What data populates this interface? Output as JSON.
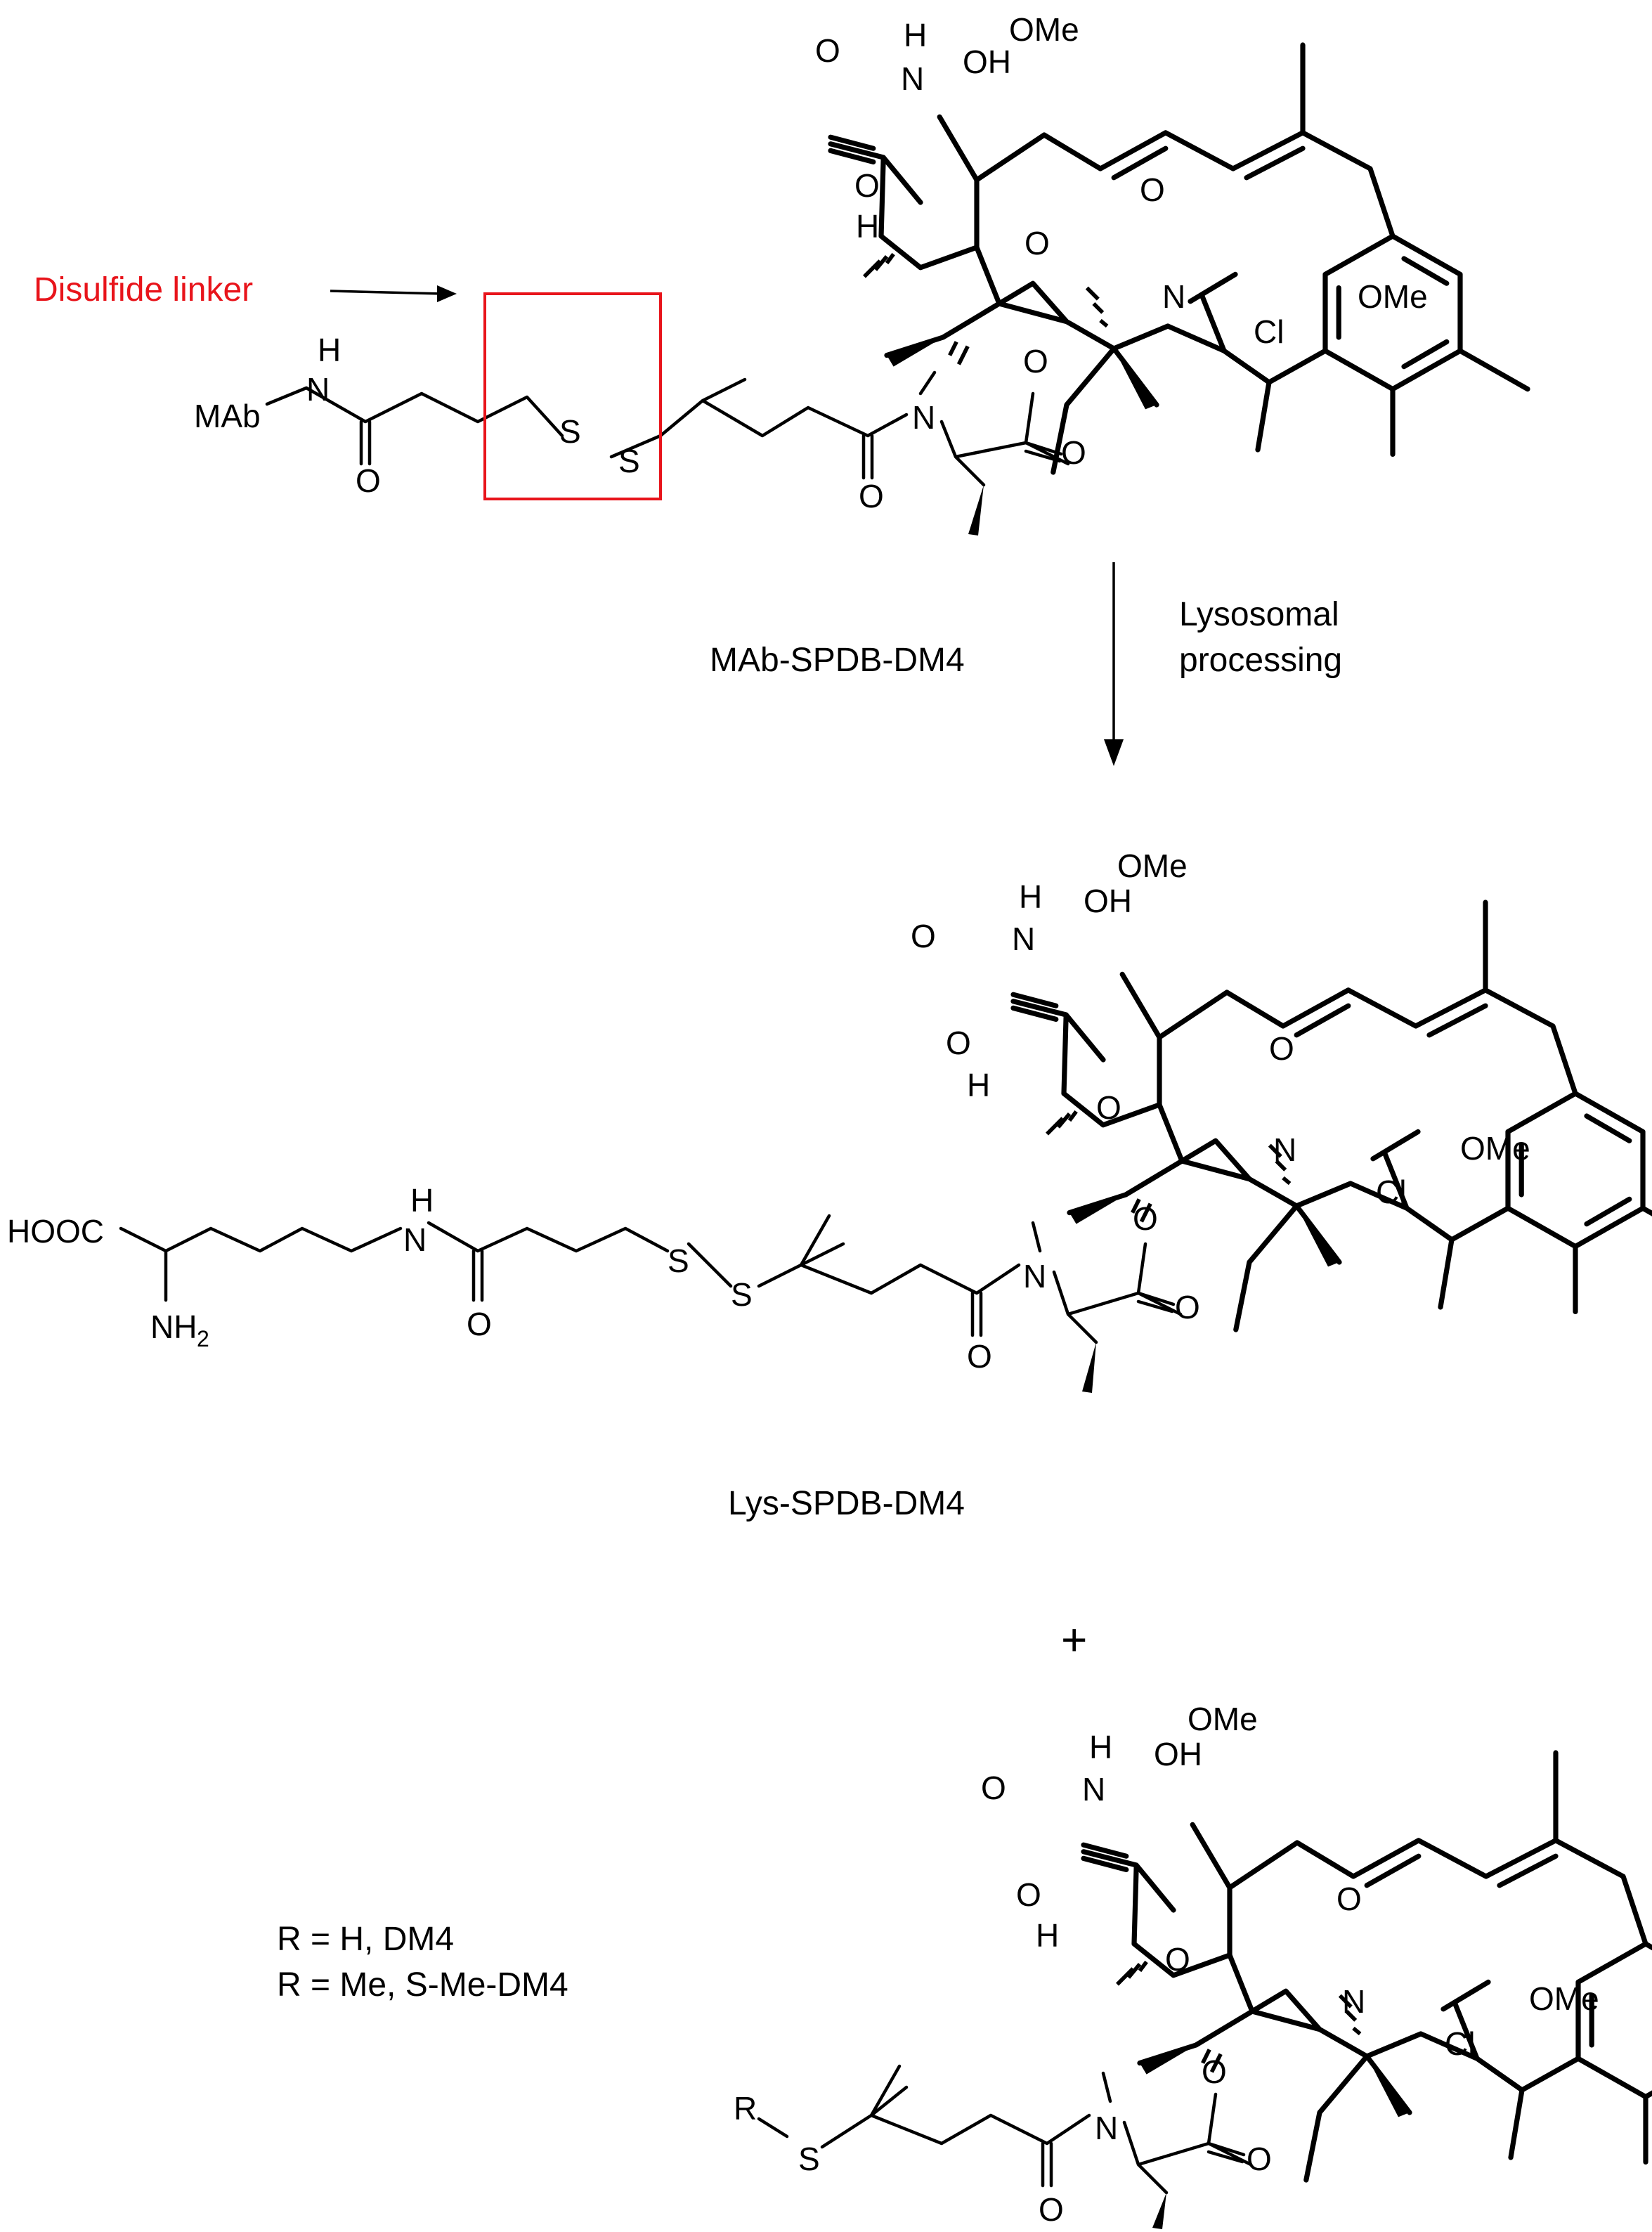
{
  "annotations": {
    "linker_label": "Disulfide linker",
    "linker_color": "#e8141b",
    "conjugate_name": "MAb-SPDB-DM4",
    "process_line1": "Lysosomal",
    "process_line2": "processing",
    "lys_name": "Lys-SPDB-DM4",
    "plus": "+",
    "r_line1": "R = H, DM4",
    "r_line2": "R = Me, S-Me-DM4"
  },
  "atoms": {
    "mab": "MAb",
    "nh_h": "H",
    "n": "N",
    "o": "O",
    "s": "S",
    "oh": "OH",
    "ome": "OMe",
    "h": "H",
    "cl": "Cl",
    "hooc": "HOOC",
    "nh2": "NH",
    "nh2_sub": "2",
    "r": "R"
  }
}
